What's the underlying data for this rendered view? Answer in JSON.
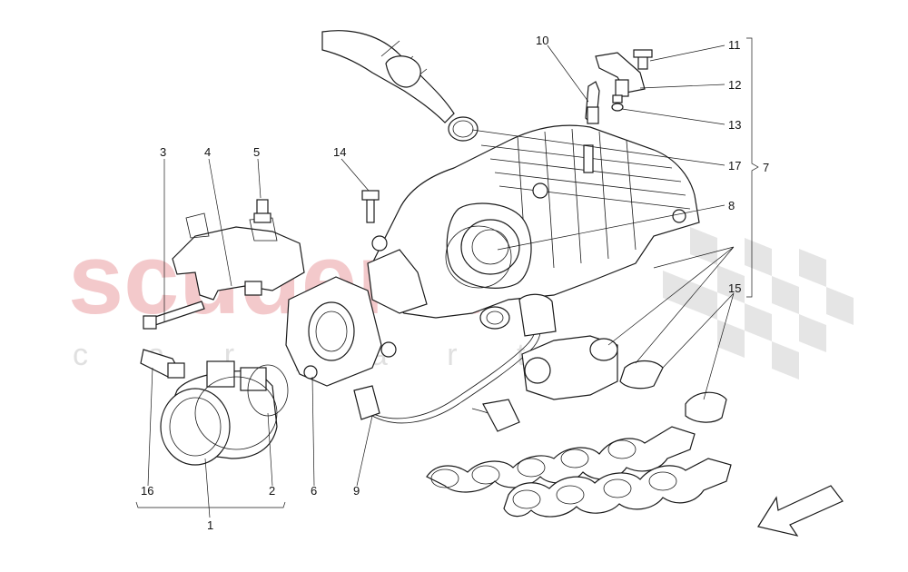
{
  "watermark": {
    "brand": "scuderia",
    "sub": "c a r p a r t s"
  },
  "callouts": {
    "c1": "1",
    "c2": "2",
    "c3": "3",
    "c4": "4",
    "c5": "5",
    "c6": "6",
    "c7": "7",
    "c8": "8",
    "c9": "9",
    "c10": "10",
    "c11": "11",
    "c12": "12",
    "c13": "13",
    "c14": "14",
    "c15": "15",
    "c16": "16",
    "c17": "17"
  },
  "colors": {
    "watermark_red": "#f3c9cb",
    "checker_grey": "#e3e3e3",
    "line": "#1a1a1a"
  },
  "icons": {
    "orientation": "direction-arrow-icon"
  }
}
